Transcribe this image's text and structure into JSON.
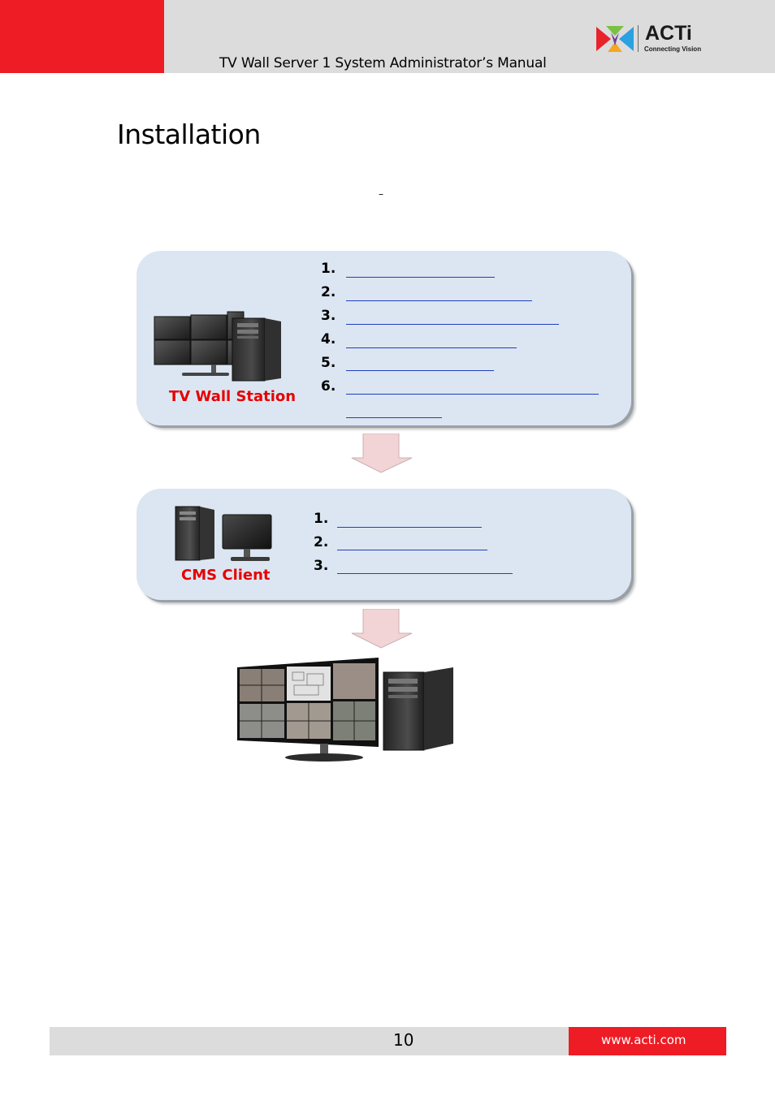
{
  "header": {
    "manual_title": "TV Wall Server 1 System Administrator’s Manual",
    "brand_name": "ACTi",
    "brand_tagline": "Connecting Vision"
  },
  "page": {
    "section_title": "Installation",
    "dash": "–"
  },
  "flow": {
    "station": {
      "label": "TV Wall Station",
      "steps": [
        "1.",
        "2.",
        "3.",
        "4.",
        "5.",
        "6."
      ]
    },
    "client": {
      "label": "CMS Client",
      "steps": [
        "1.",
        "2.",
        "3."
      ]
    }
  },
  "footer": {
    "page_number": "10",
    "website": "www.acti.com"
  },
  "colors": {
    "brand_red": "#ee1c25",
    "panel_fill": "#dce6f2",
    "label_red": "#e60000",
    "link_blue": "#1f3fbf",
    "arrow_pink": "#f2d3d6"
  }
}
